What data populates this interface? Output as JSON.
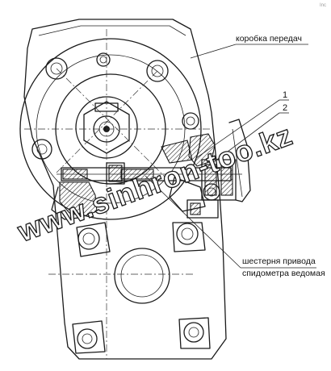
{
  "labels": {
    "gearbox": "коробка передач",
    "callout_1": "1",
    "callout_2": "2",
    "gear_line1": "шестерня привода",
    "gear_line2": "спидометра ведомая"
  },
  "watermark": "www.sinhron-too.kz",
  "corner_mark": "Inc"
}
